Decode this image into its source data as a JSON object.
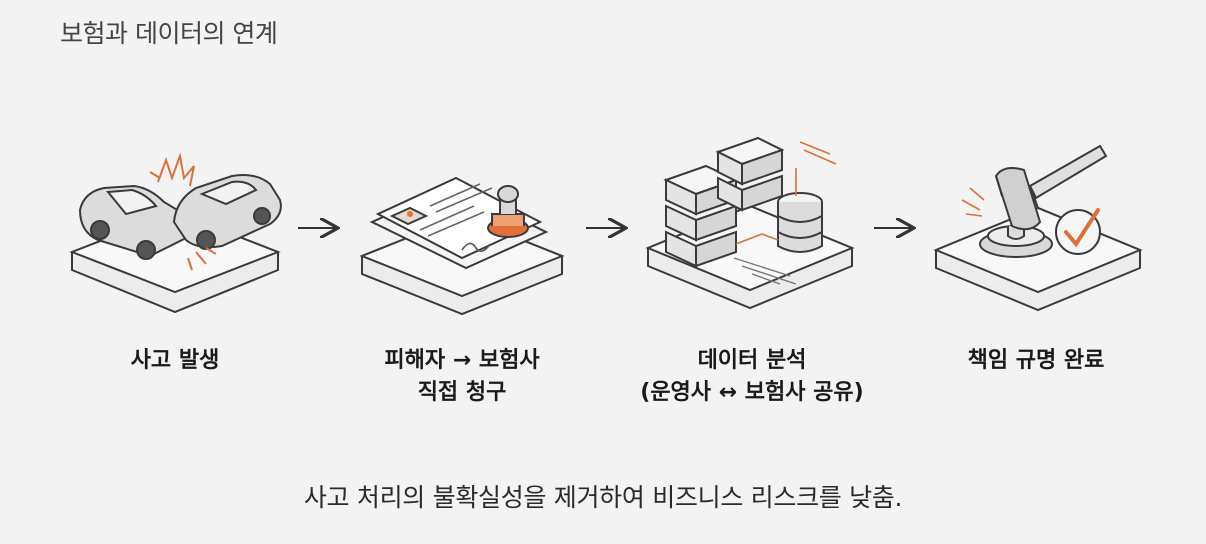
{
  "title": "보험과 데이터의 연계",
  "steps": [
    {
      "line1": "사고 발생",
      "line2": "",
      "icon": "car-crash-icon"
    },
    {
      "line1": "피해자 → 보험사",
      "line2": "직접 청구",
      "icon": "document-stamp-icon"
    },
    {
      "line1": "데이터 분석",
      "line2": "(운영사 ↔ 보험사 공유)",
      "icon": "server-database-icon"
    },
    {
      "line1": "책임 규명 완료",
      "line2": "",
      "icon": "gavel-check-icon"
    }
  ],
  "footer": "사고 처리의 불확실성을 제거하여 비즈니스 리스크를 낮춤.",
  "colors": {
    "accent": "#e0703a",
    "outline": "#3a3a3a",
    "platform": "#f7f7f7"
  }
}
